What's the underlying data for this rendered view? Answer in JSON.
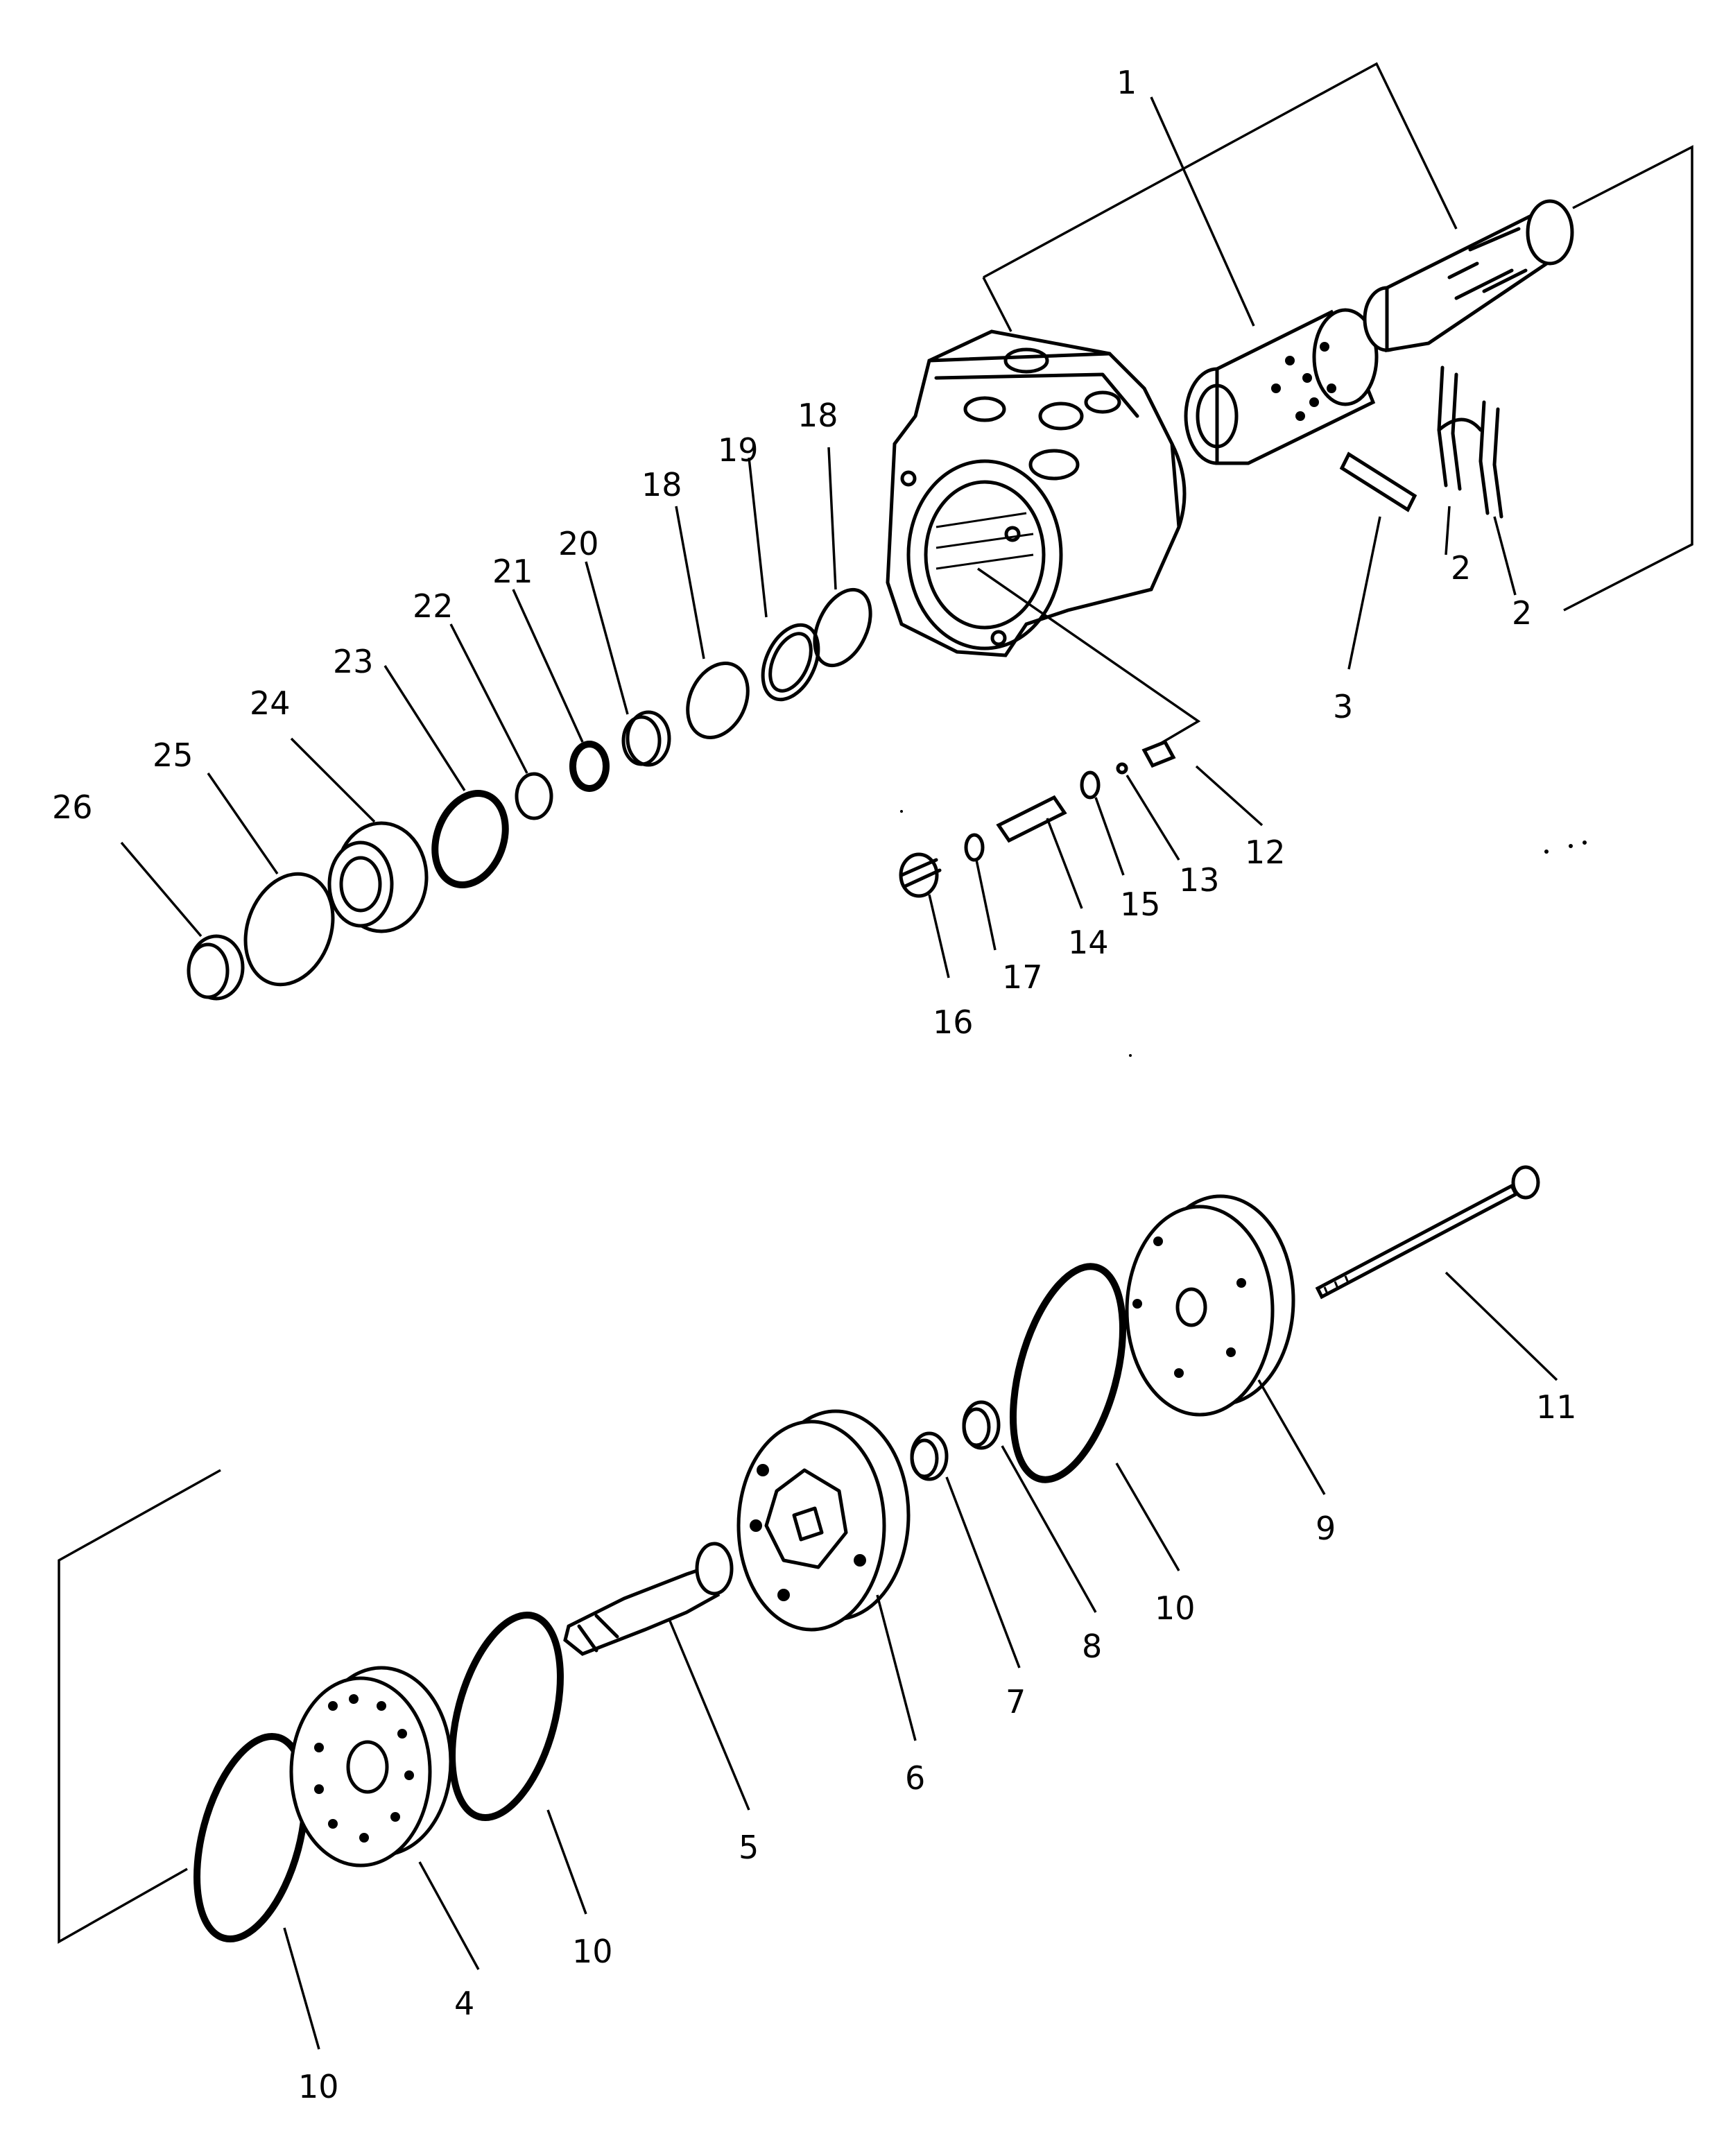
{
  "callouts": [
    {
      "id": "c1",
      "text": "1"
    },
    {
      "id": "c2a",
      "text": "2"
    },
    {
      "id": "c2b",
      "text": "2"
    },
    {
      "id": "c3",
      "text": "3"
    },
    {
      "id": "c4",
      "text": "4"
    },
    {
      "id": "c5",
      "text": "5"
    },
    {
      "id": "c6",
      "text": "6"
    },
    {
      "id": "c7",
      "text": "7"
    },
    {
      "id": "c8",
      "text": "8"
    },
    {
      "id": "c9",
      "text": "9"
    },
    {
      "id": "c10a",
      "text": "10"
    },
    {
      "id": "c10b",
      "text": "10"
    },
    {
      "id": "c10c",
      "text": "10"
    },
    {
      "id": "c11",
      "text": "11"
    },
    {
      "id": "c12",
      "text": "12"
    },
    {
      "id": "c13",
      "text": "13"
    },
    {
      "id": "c14",
      "text": "14"
    },
    {
      "id": "c15",
      "text": "15"
    },
    {
      "id": "c16",
      "text": "16"
    },
    {
      "id": "c17",
      "text": "17"
    },
    {
      "id": "c18a",
      "text": "18"
    },
    {
      "id": "c18b",
      "text": "18"
    },
    {
      "id": "c19",
      "text": "19"
    },
    {
      "id": "c20",
      "text": "20"
    },
    {
      "id": "c21",
      "text": "21"
    },
    {
      "id": "c22",
      "text": "22"
    },
    {
      "id": "c23",
      "text": "23"
    },
    {
      "id": "c24",
      "text": "24"
    },
    {
      "id": "c25",
      "text": "25"
    },
    {
      "id": "c26",
      "text": "26"
    }
  ]
}
